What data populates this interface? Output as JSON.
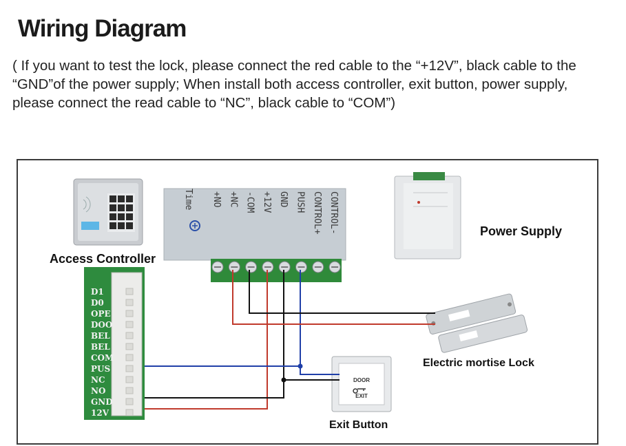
{
  "header": {
    "title": "Wiring Diagram",
    "description": "( If you want to test the lock, please connect the red cable to the “+12V”, black cable to the “GND”of the power supply; When install both access controller, exit button, power supply, please connect the read cable to “NC”, black cable to “COM”)"
  },
  "labels": {
    "access_controller": "Access Controller",
    "power_supply": "Power Supply",
    "lock": "Electric mortise Lock",
    "exit_button": "Exit Button"
  },
  "power_unit": {
    "time_label": "Time",
    "terminals": [
      "+NO",
      "+NC",
      "-COM",
      "+12V",
      "GND",
      "PUSH",
      "CONTROL+",
      "CONTROL-"
    ]
  },
  "controller_pins": [
    "D1",
    "D0",
    "OPE",
    "DOO",
    "BEL",
    "BEL",
    "COM",
    "PUS",
    "NC",
    "NO",
    "GND",
    "12V"
  ],
  "exit_button": {
    "top_text": "DOOR",
    "bottom_text": "EXIT"
  },
  "colors": {
    "red_wire": "#c0392b",
    "black_wire": "#111111",
    "blue_wire": "#1f3fa8",
    "board_green": "#2e8b3e"
  }
}
